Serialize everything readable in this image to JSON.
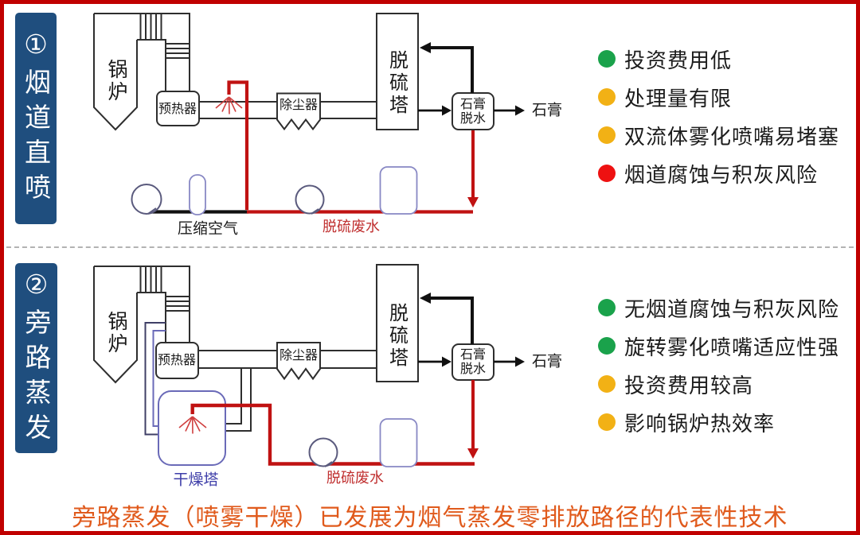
{
  "caption": "旁路蒸发（喷雾干燥）已发展为烟气蒸发零排放路径的代表性技术",
  "colors": {
    "border_red": "#c00000",
    "banner_blue": "#1f4e7e",
    "status_green": "#1aa24b",
    "status_yellow": "#f2b115",
    "status_red": "#ee1111",
    "pipe_red": "#c01212",
    "caption_orange": "#e05a1c",
    "drying_tower_blue": "#6a6ab8",
    "wastewater_label_red": "#c03030"
  },
  "labels": {
    "boiler": "锅炉",
    "preheater": "预热器",
    "dust_collector": "除尘器",
    "fgd_tower": "脱硫塔",
    "gypsum_dewater_line1": "石膏",
    "gypsum_dewater_line2": "脱水",
    "gypsum_out": "石膏",
    "compressed_air": "压缩空气",
    "fgd_wastewater": "脱硫废水",
    "drying_tower": "干燥塔"
  },
  "sections": [
    {
      "banner": "①烟道直喷",
      "points": [
        {
          "color": "green",
          "text": "投资费用低"
        },
        {
          "color": "yellow",
          "text": "处理量有限"
        },
        {
          "color": "yellow",
          "text": "双流体雾化喷嘴易堵塞"
        },
        {
          "color": "red",
          "text": "烟道腐蚀与积灰风险"
        }
      ]
    },
    {
      "banner": "②旁路蒸发",
      "points": [
        {
          "color": "green",
          "text": "无烟道腐蚀与积灰风险"
        },
        {
          "color": "green",
          "text": "旋转雾化喷嘴适应性强"
        },
        {
          "color": "yellow",
          "text": "投资费用较高"
        },
        {
          "color": "yellow",
          "text": "影响锅炉热效率"
        }
      ]
    }
  ]
}
